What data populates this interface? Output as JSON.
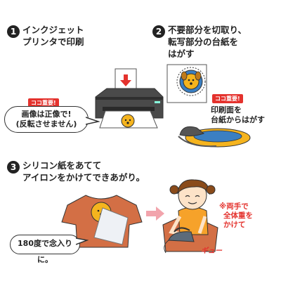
{
  "step1": {
    "number": "1",
    "lines": [
      "インクジェット",
      "プリンタで印刷"
    ],
    "badge": "ココ重要!",
    "bubble_lines": [
      "画像は正像で!",
      "(反転させません)"
    ]
  },
  "step2": {
    "number": "2",
    "lines": [
      "不要部分を切取り、",
      "転写部分の台紙を",
      "はがす"
    ],
    "badge": "ココ重要!",
    "note_lines": [
      "印刷面を",
      "台紙からはがす"
    ]
  },
  "step3": {
    "number": "3",
    "lines": [
      "シリコン紙をあてて",
      "アイロンをかけてできあがり。"
    ],
    "bubble": "180度で念入りに。",
    "red_note_lines": [
      "※両手で",
      "全体重を",
      "かけて"
    ],
    "sfx": "ギュー"
  },
  "colors": {
    "accent_red": "#e4322d",
    "tshirt": "#d36f45",
    "printer": "#4a4a4a",
    "hair": "#8a4b1a",
    "apron": "#f6a22a",
    "dog_face": "#f5b41e"
  }
}
